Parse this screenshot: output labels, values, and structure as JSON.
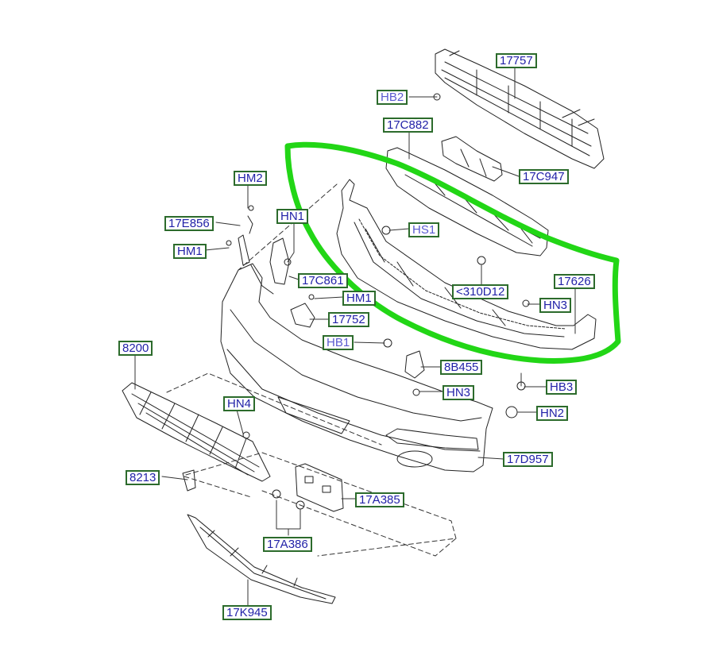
{
  "diagram": {
    "highlight_color": "#22d616",
    "callout_border_color": "#2c6b2c",
    "callout_text_color": "#2222a8"
  },
  "callouts": {
    "c17757": "17757",
    "hb2": "HB2",
    "c17c882": "17C882",
    "c17c947": "17C947",
    "hm2": "HM2",
    "c17e856": "17E856",
    "hn1": "HN1",
    "hs1": "HS1",
    "hm1_left": "HM1",
    "c17c861": "17C861",
    "c310d12": "<310D12",
    "c17626": "17626",
    "hm1_mid": "HM1",
    "hn3_right": "HN3",
    "c17752": "17752",
    "hb1": "HB1",
    "c8200": "8200",
    "c8b455": "8B455",
    "hb3": "HB3",
    "hn3_mid": "HN3",
    "hn4": "HN4",
    "hn2": "HN2",
    "c17d957": "17D957",
    "c8213": "8213",
    "c17a385": "17A385",
    "c17a386": "17A386",
    "c17k945": "17K945"
  }
}
